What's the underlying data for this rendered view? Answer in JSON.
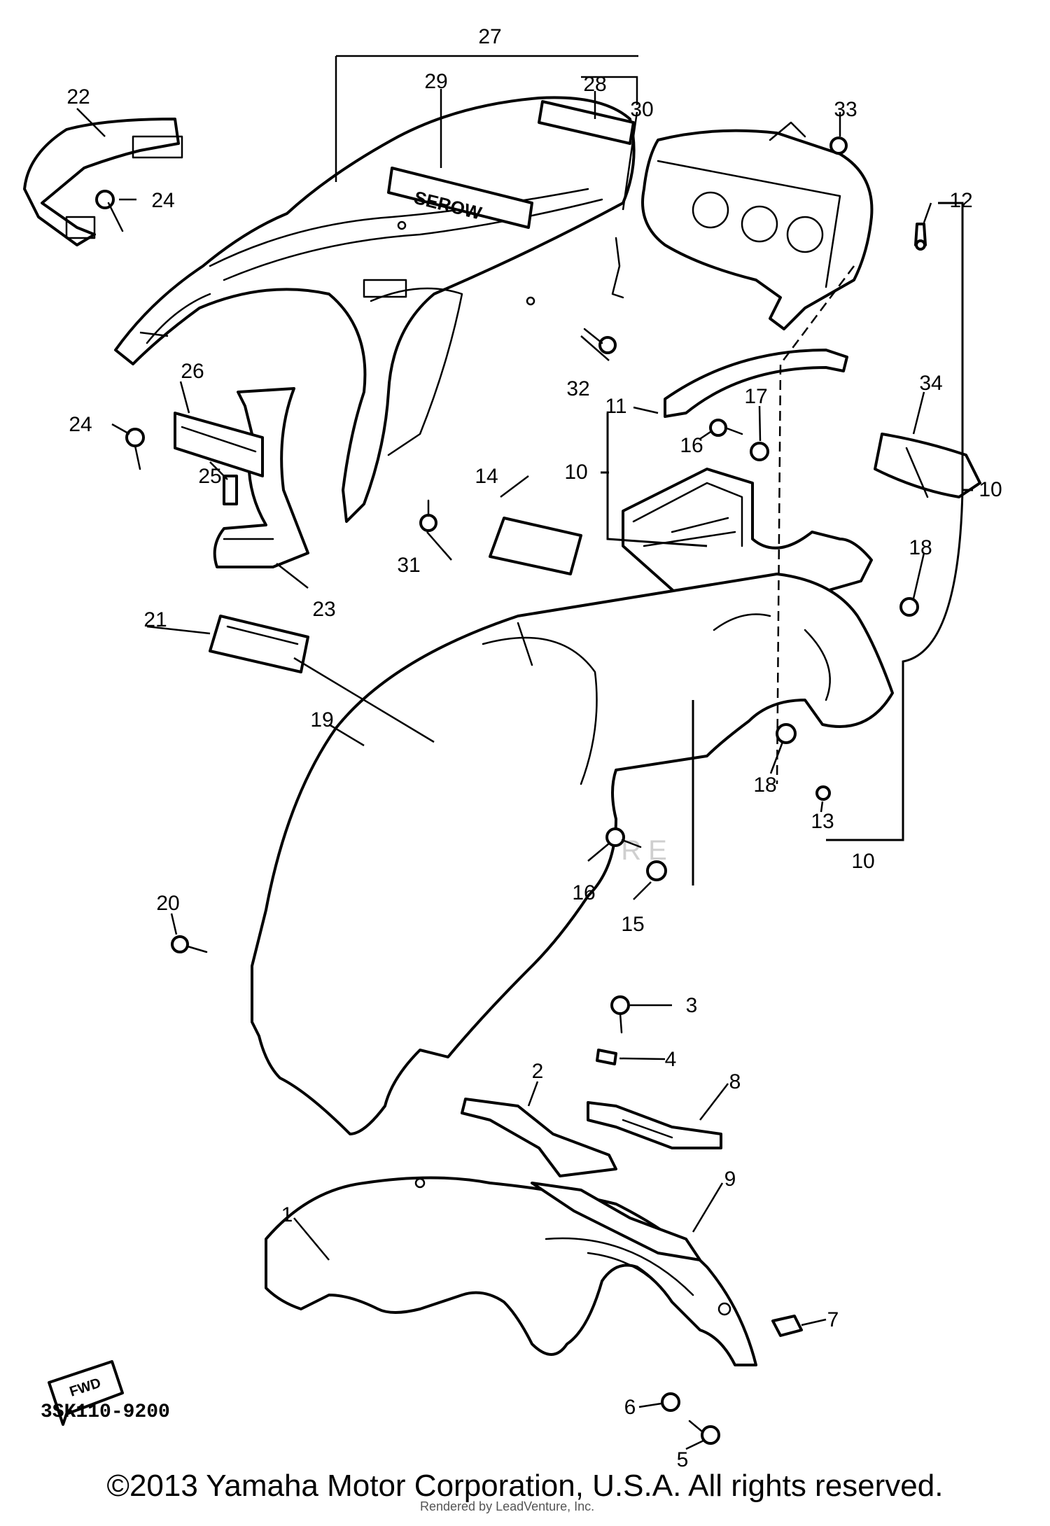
{
  "diagram": {
    "code": "3SK110-9200",
    "fwd_label": "FWD",
    "watermark": "LEADVENTURE",
    "copyright": "©2013 Yamaha Motor Corporation, U.S.A. All rights reserved.",
    "rendered_note": "Rendered by LeadVenture, Inc.",
    "seat_decal_text": "SEROW",
    "callouts": [
      "1",
      "2",
      "3",
      "4",
      "5",
      "6",
      "7",
      "8",
      "9",
      "10",
      "10",
      "10",
      "10",
      "11",
      "12",
      "13",
      "14",
      "15",
      "16",
      "16",
      "17",
      "18",
      "18",
      "19",
      "20",
      "21",
      "22",
      "23",
      "24",
      "24",
      "25",
      "26",
      "27",
      "28",
      "29",
      "30",
      "31",
      "32",
      "33",
      "34"
    ]
  }
}
